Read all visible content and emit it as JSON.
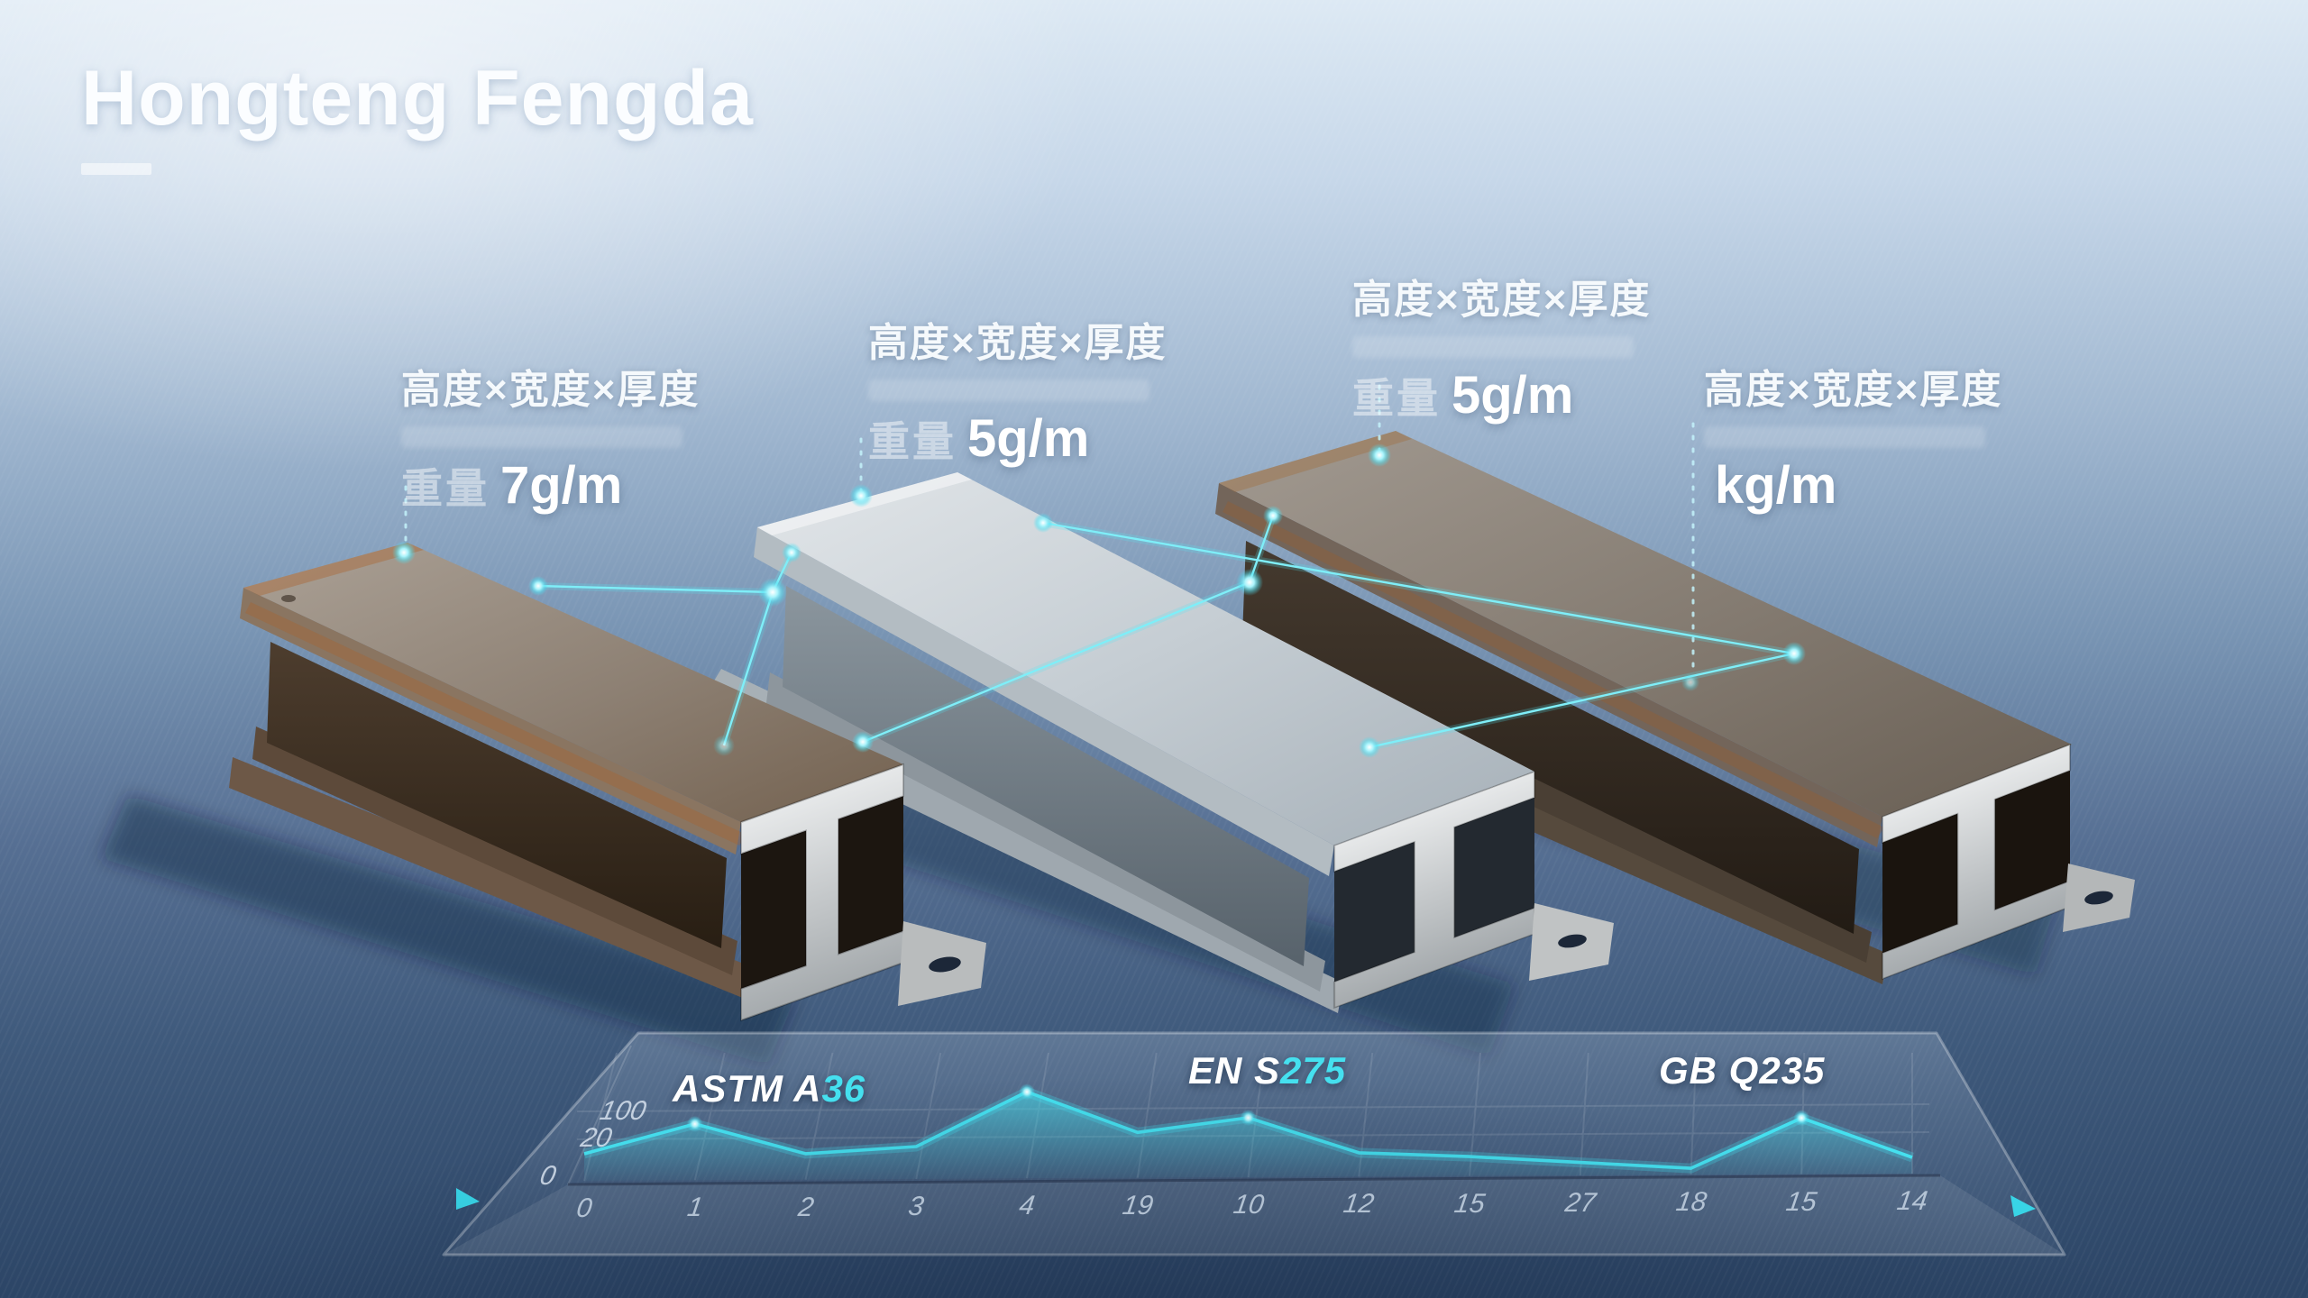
{
  "title": "Hongteng Fengda",
  "annotations": [
    {
      "dims": "高度×宽度×厚度",
      "weight_label": "重量",
      "weight_value": "7g/m"
    },
    {
      "dims": "高度×宽度×厚度",
      "weight_label": "重量",
      "weight_value": "5g/m"
    },
    {
      "dims": "高度×宽度×厚度",
      "weight_label": "重量",
      "weight_value": "5g/m"
    },
    {
      "dims": "高度×宽度×厚度",
      "weight_label": "",
      "weight_value": "kg/m"
    }
  ],
  "chart": {
    "standards": [
      {
        "prefix": "ASTM A",
        "accent": "36"
      },
      {
        "prefix": "EN S",
        "accent": "275"
      },
      {
        "prefix": "GB Q235",
        "accent": ""
      }
    ]
  },
  "chart_data": {
    "type": "area",
    "categories": [
      "0",
      "1",
      "2",
      "3",
      "4",
      "19",
      "10",
      "12",
      "15",
      "27",
      "18",
      "15",
      "14"
    ],
    "values": [
      25,
      52,
      24,
      30,
      80,
      42,
      55,
      22,
      18,
      12,
      6,
      52,
      15
    ],
    "yticks": [
      "100",
      "20",
      "0"
    ],
    "ylim": [
      0,
      120
    ],
    "title": "",
    "xlabel": "",
    "ylabel": "",
    "annotations": [
      "ASTM A36",
      "EN S275",
      "GB Q235"
    ],
    "grid": true,
    "legend_position": "top",
    "line_color": "#45e0ef"
  },
  "colors": {
    "accent": "#45e0ef",
    "background_top": "#dde9f4",
    "background_bottom": "#2c4566",
    "label_text": "#ffffff"
  }
}
